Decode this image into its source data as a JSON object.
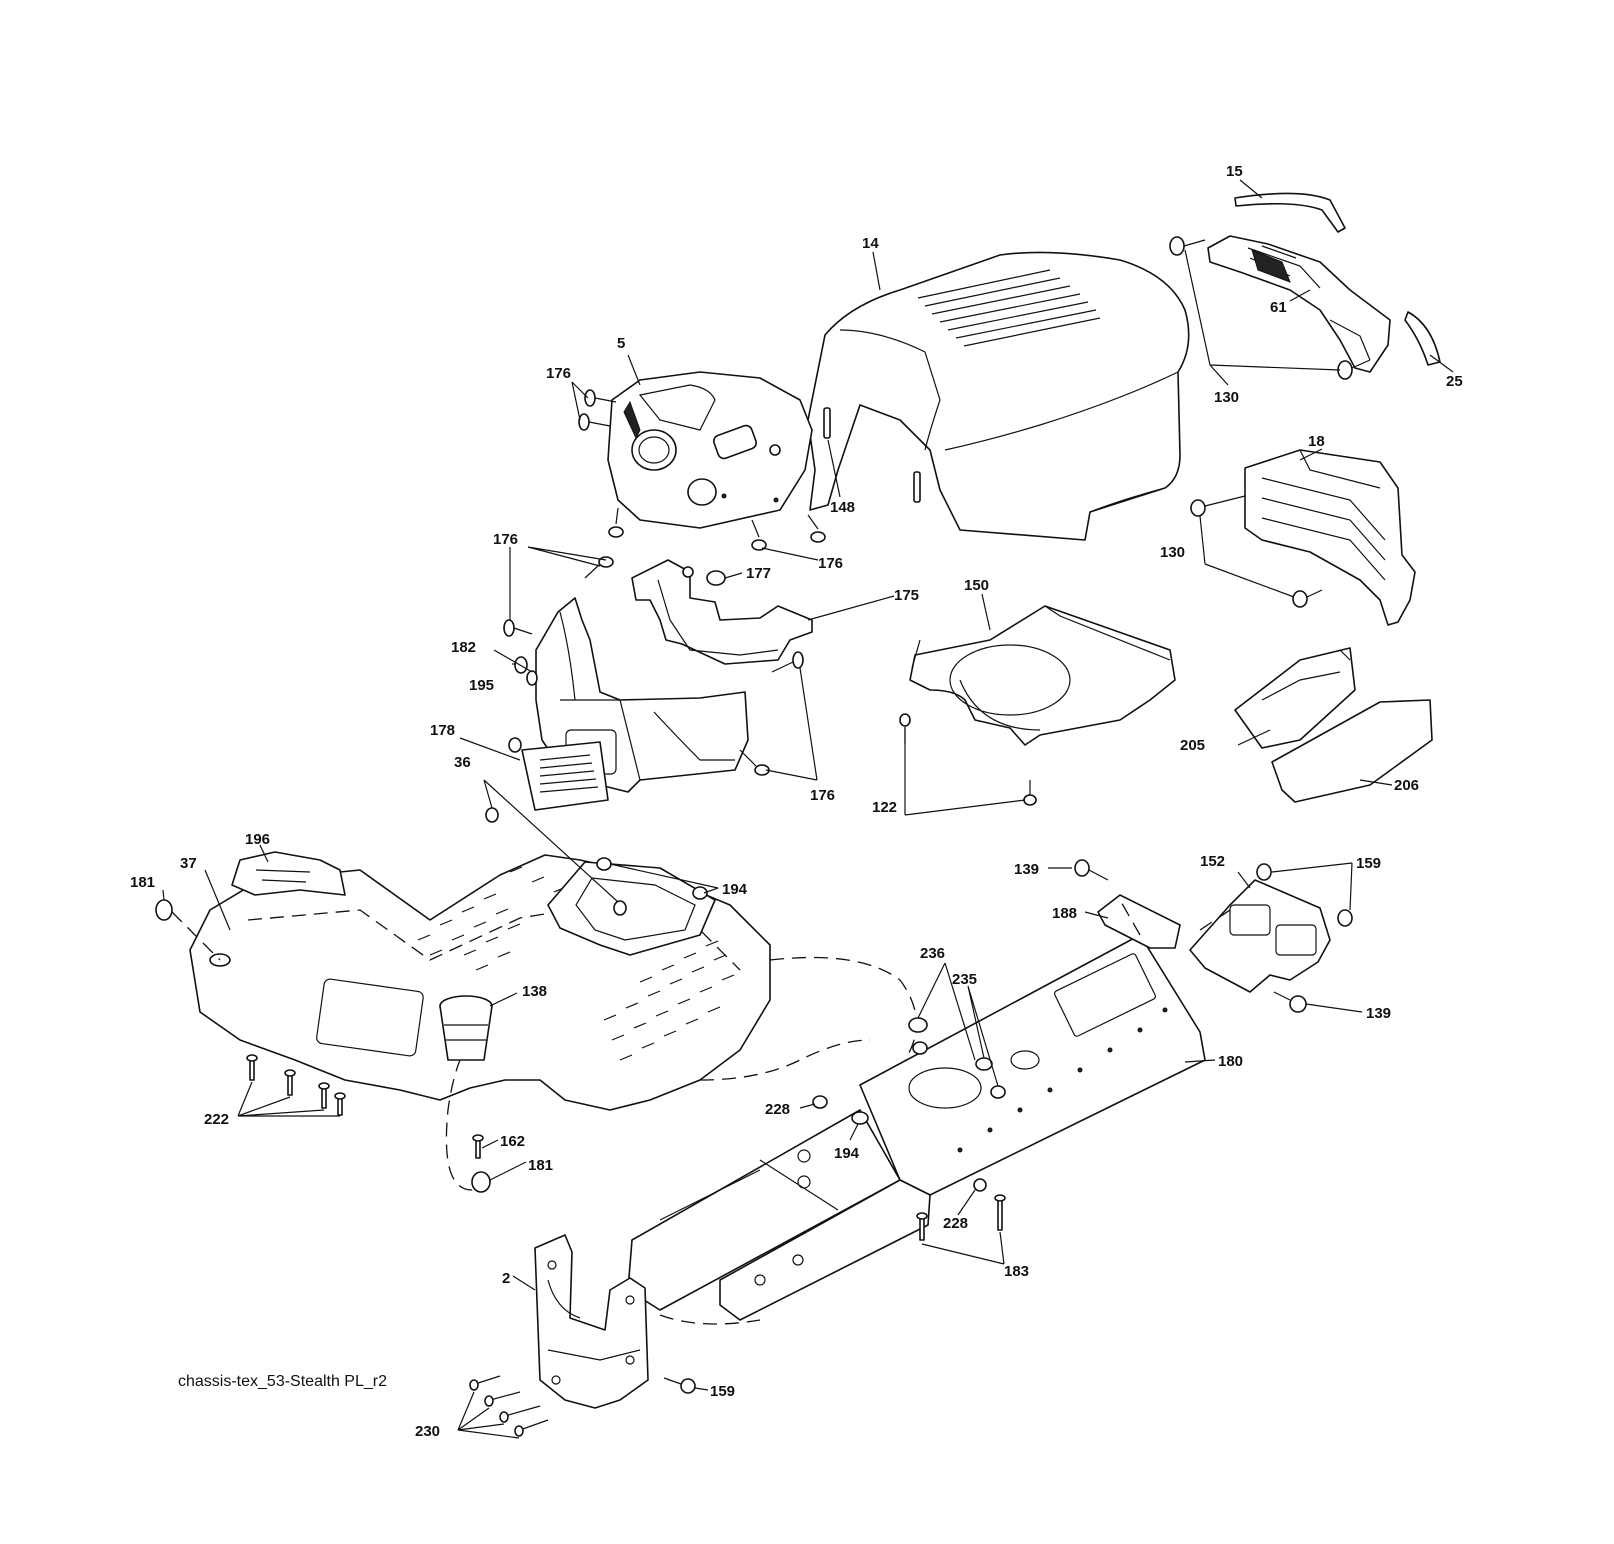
{
  "caption": "chassis-tex_53-Stealth PL_r2",
  "labels": {
    "l15": "15",
    "l14": "14",
    "l61": "61",
    "l130a": "130",
    "l25": "25",
    "l5": "5",
    "l176a": "176",
    "l148": "148",
    "l18": "18",
    "l130b": "130",
    "l176b": "176",
    "l177": "177",
    "l176c": "176",
    "l175": "175",
    "l150": "150",
    "l182": "182",
    "l195": "195",
    "l176d": "176",
    "l205": "205",
    "l206": "206",
    "l122": "122",
    "l178": "178",
    "l36": "36",
    "l196": "196",
    "l181a": "181",
    "l37": "37",
    "l194a": "194",
    "l139a": "139",
    "l152": "152",
    "l159a": "159",
    "l188": "188",
    "l236": "236",
    "l235": "235",
    "l139b": "139",
    "l138": "138",
    "l180": "180",
    "l222": "222",
    "l228a": "228",
    "l194b": "194",
    "l162": "162",
    "l181b": "181",
    "l228b": "228",
    "l183": "183",
    "l2": "2",
    "l159b": "159",
    "l230": "230"
  }
}
